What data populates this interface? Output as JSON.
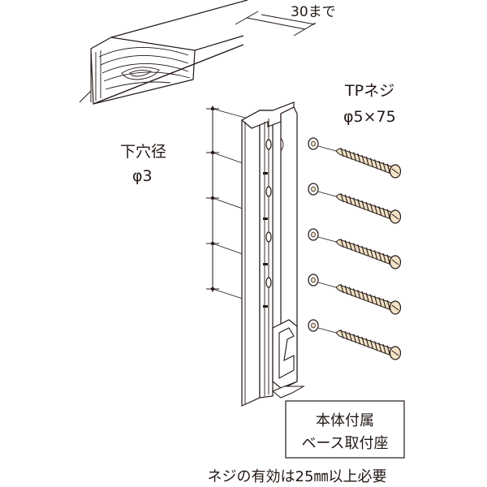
{
  "labels": {
    "depth": "30まで",
    "screw_title": "TPネジ",
    "screw_size": "φ5×75",
    "pilot_title": "下穴径",
    "pilot_size": "φ3",
    "base_line1": "本体付属",
    "base_line2": "ベース取付座",
    "note": "ネジの有効は25㎜以上必要"
  },
  "screws": {
    "count": 5
  },
  "colors": {
    "ink": "#231815",
    "screw": "#f2e2c6",
    "wood": "#ffffff",
    "bracket": "#ffffff"
  }
}
